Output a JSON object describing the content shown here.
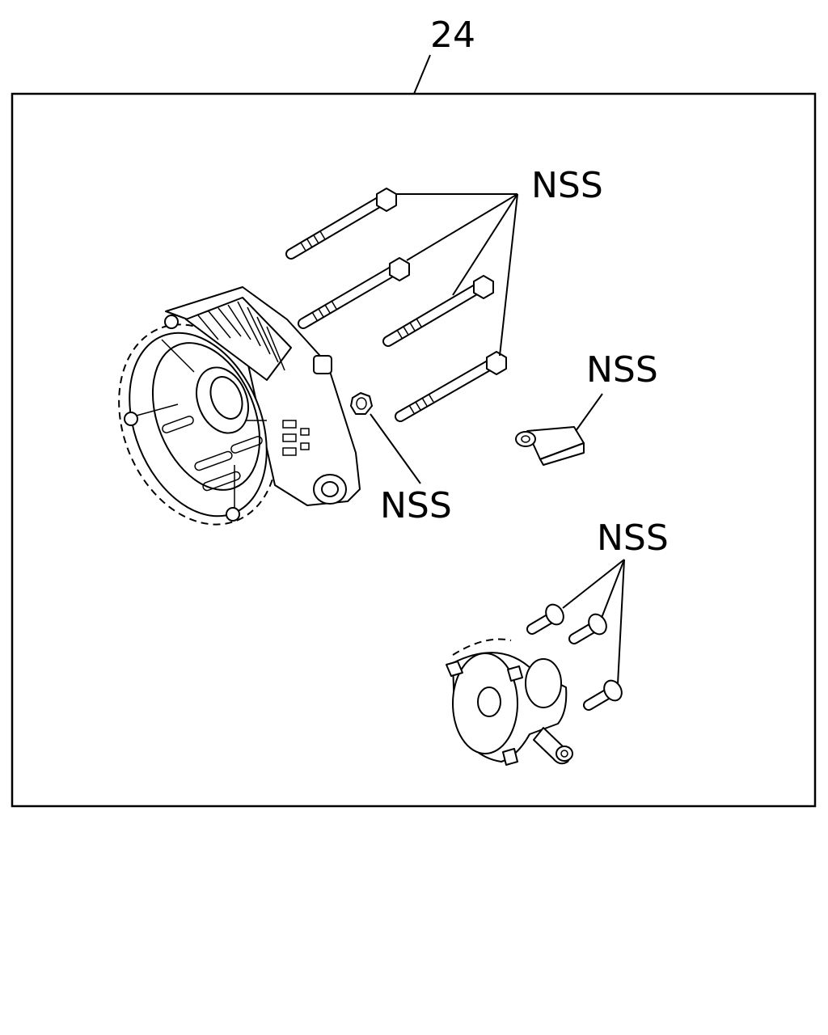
{
  "callout": {
    "number": "24"
  },
  "labels": {
    "bolts": "NSS",
    "bracket": "NSS",
    "nut": "NSS",
    "screws": "NSS"
  },
  "colors": {
    "ink": "#000000",
    "paper": "#ffffff"
  }
}
